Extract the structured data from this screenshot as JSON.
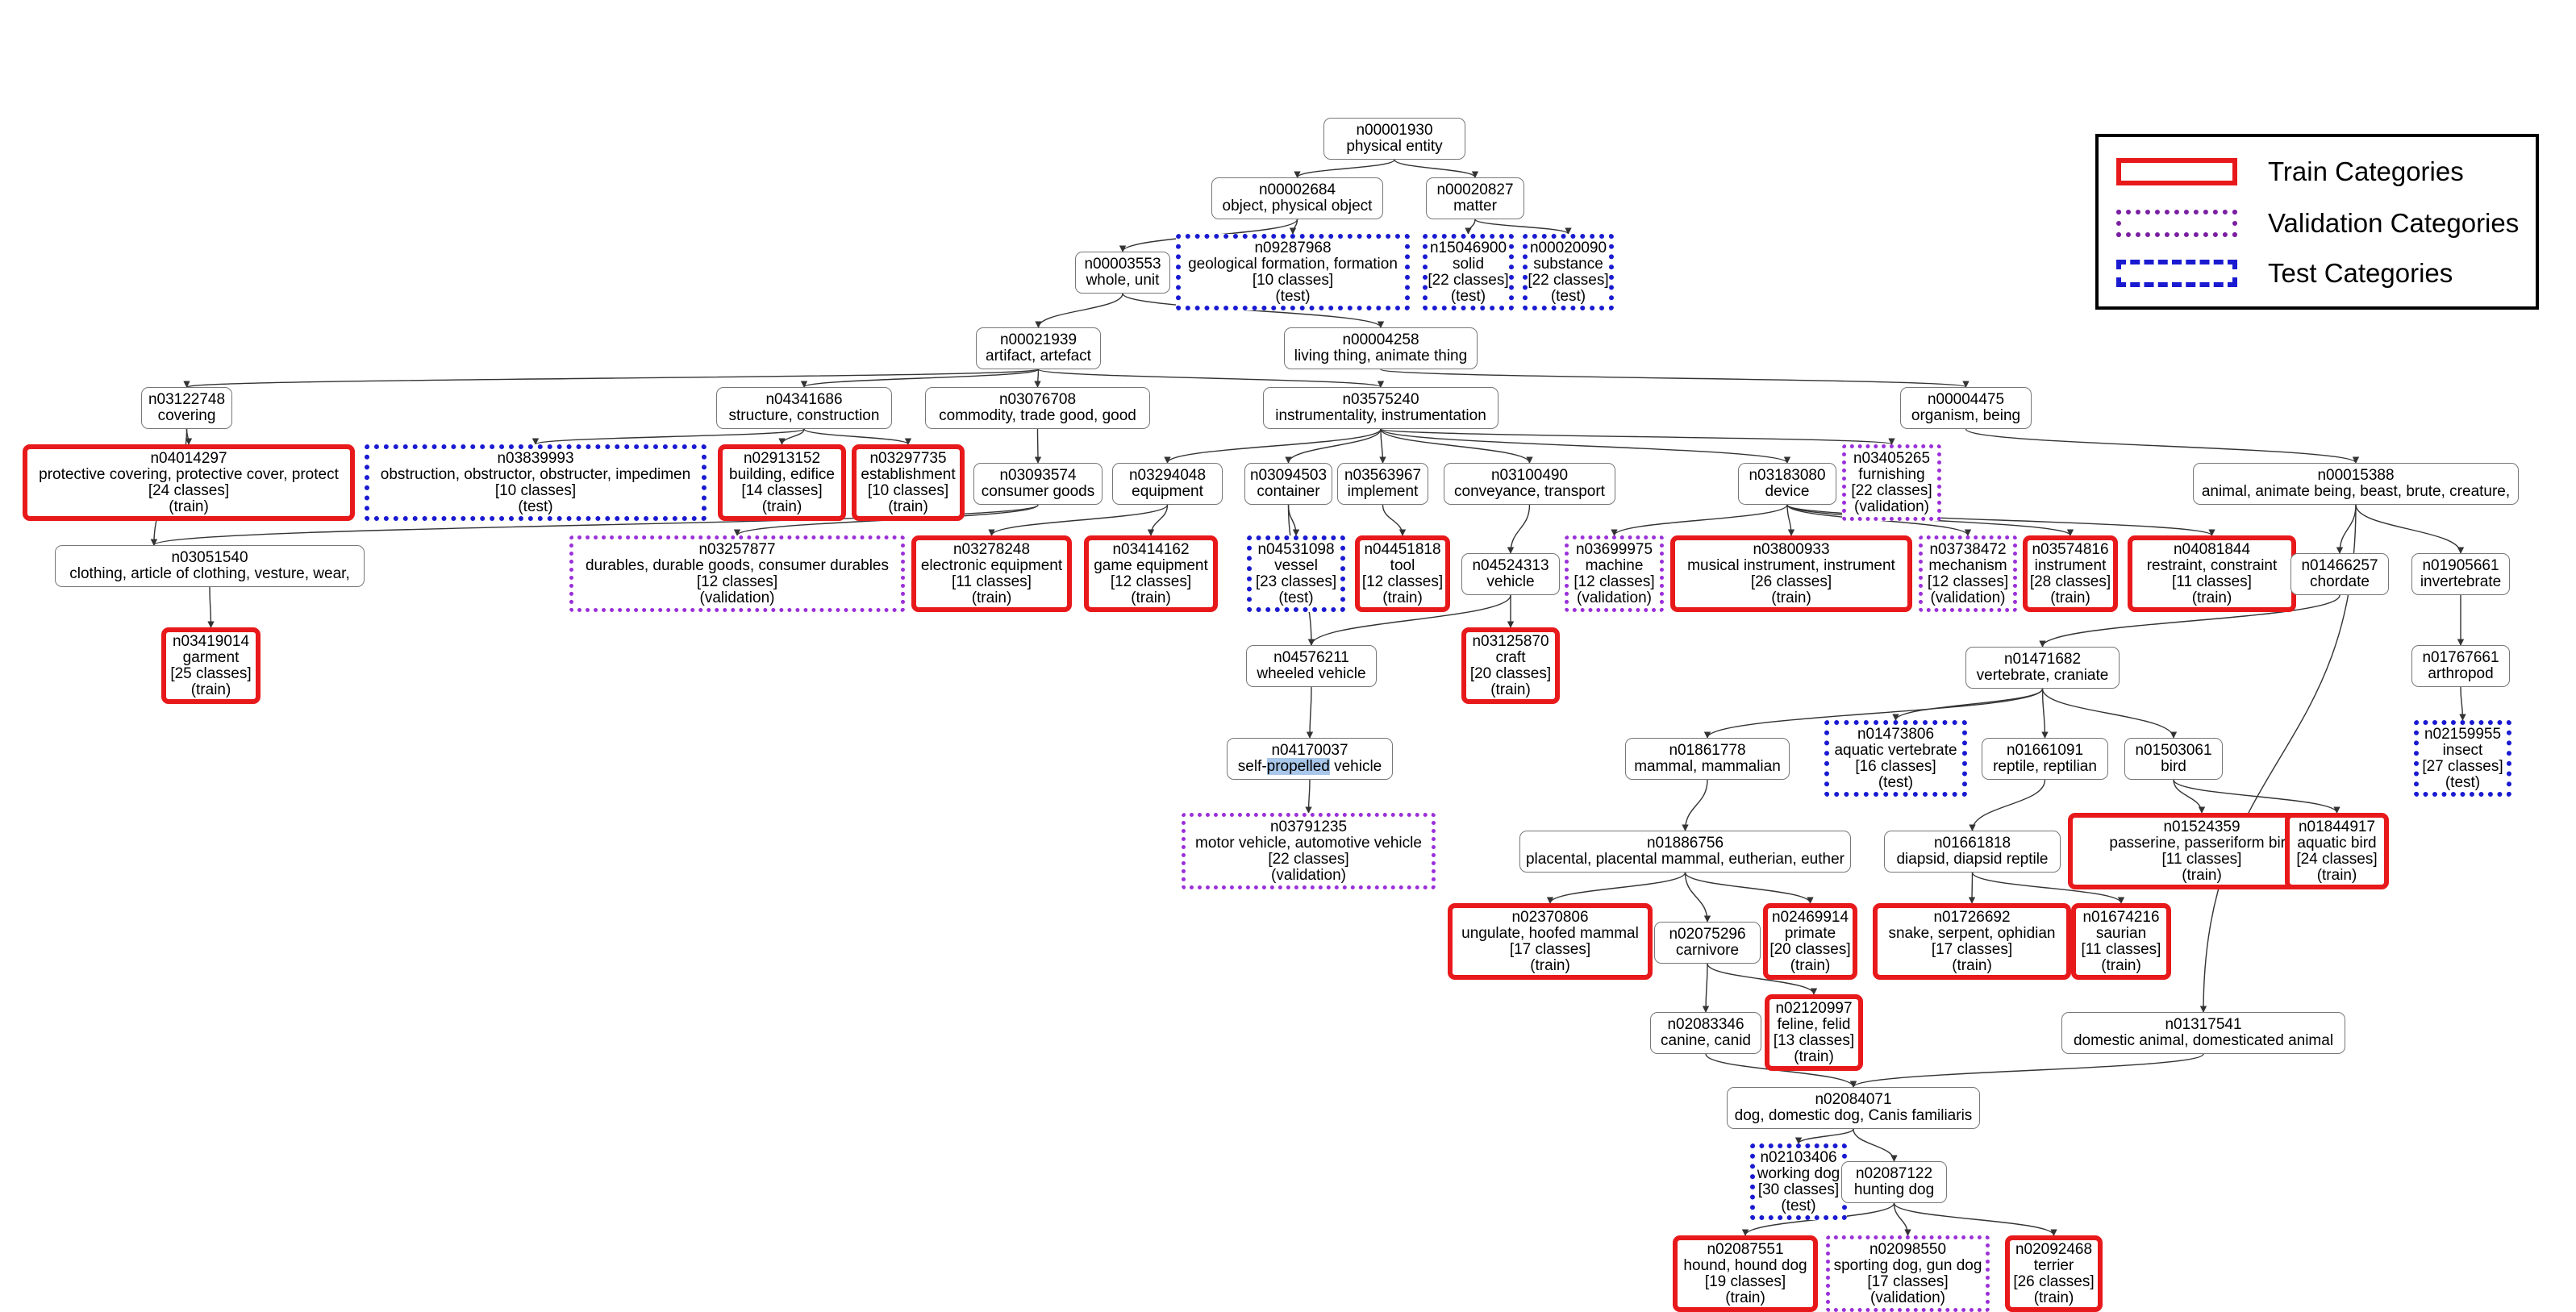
{
  "legend": {
    "train_label": "Train Categories",
    "validation_label": "Validation Categories",
    "test_label": "Test Categories"
  },
  "colors": {
    "train": "#e8191b",
    "validation": "#9b30d9",
    "test": "#1a1ad1",
    "edge": "#333333"
  },
  "nodes": [
    {
      "id": "n00001930",
      "label": "physical entity",
      "kind": "plain"
    },
    {
      "id": "n00002684",
      "label": "object, physical object",
      "kind": "plain"
    },
    {
      "id": "n00020827",
      "label": "matter",
      "kind": "plain"
    },
    {
      "id": "n00003553",
      "label": "whole, unit",
      "kind": "plain"
    },
    {
      "id": "n09287968",
      "label": "geological formation, formation",
      "classes": "[10 classes]",
      "split": "(test)",
      "kind": "test"
    },
    {
      "id": "n15046900",
      "label": "solid",
      "classes": "[22 classes]",
      "split": "(test)",
      "kind": "test"
    },
    {
      "id": "n00020090",
      "label": "substance",
      "classes": "[22 classes]",
      "split": "(test)",
      "kind": "test"
    },
    {
      "id": "n00021939",
      "label": "artifact, artefact",
      "kind": "plain"
    },
    {
      "id": "n00004258",
      "label": "living thing, animate thing",
      "kind": "plain"
    },
    {
      "id": "n03122748",
      "label": "covering",
      "kind": "plain"
    },
    {
      "id": "n04341686",
      "label": "structure, construction",
      "kind": "plain"
    },
    {
      "id": "n03076708",
      "label": "commodity, trade good, good",
      "kind": "plain"
    },
    {
      "id": "n03575240",
      "label": "instrumentality, instrumentation",
      "kind": "plain"
    },
    {
      "id": "n00004475",
      "label": "organism, being",
      "kind": "plain"
    },
    {
      "id": "n04014297",
      "label": "protective covering, protective cover, protect",
      "classes": "[24 classes]",
      "split": "(train)",
      "kind": "train"
    },
    {
      "id": "n03839993",
      "label": "obstruction, obstructor, obstructer, impedimen",
      "classes": "[10 classes]",
      "split": "(test)",
      "kind": "test"
    },
    {
      "id": "n02913152",
      "label": "building, edifice",
      "classes": "[14 classes]",
      "split": "(train)",
      "kind": "train"
    },
    {
      "id": "n03297735",
      "label": "establishment",
      "classes": "[10 classes]",
      "split": "(train)",
      "kind": "train"
    },
    {
      "id": "n03093574",
      "label": "consumer goods",
      "kind": "plain"
    },
    {
      "id": "n03294048",
      "label": "equipment",
      "kind": "plain"
    },
    {
      "id": "n03094503",
      "label": "container",
      "kind": "plain"
    },
    {
      "id": "n03563967",
      "label": "implement",
      "kind": "plain"
    },
    {
      "id": "n03100490",
      "label": "conveyance, transport",
      "kind": "plain"
    },
    {
      "id": "n03183080",
      "label": "device",
      "kind": "plain"
    },
    {
      "id": "n03405265",
      "label": "furnishing",
      "classes": "[22 classes]",
      "split": "(validation)",
      "kind": "validation"
    },
    {
      "id": "n00015388",
      "label": "animal, animate being, beast, brute, creature,",
      "kind": "plain"
    },
    {
      "id": "n03051540",
      "label": "clothing, article of clothing, vesture, wear,",
      "kind": "plain"
    },
    {
      "id": "n03257877",
      "label": "durables, durable goods, consumer durables",
      "classes": "[12 classes]",
      "split": "(validation)",
      "kind": "validation"
    },
    {
      "id": "n03278248",
      "label": "electronic equipment",
      "classes": "[11 classes]",
      "split": "(train)",
      "kind": "train"
    },
    {
      "id": "n03414162",
      "label": "game equipment",
      "classes": "[12 classes]",
      "split": "(train)",
      "kind": "train"
    },
    {
      "id": "n04531098",
      "label": "vessel",
      "classes": "[23 classes]",
      "split": "(test)",
      "kind": "test"
    },
    {
      "id": "n04451818",
      "label": "tool",
      "classes": "[12 classes]",
      "split": "(train)",
      "kind": "train"
    },
    {
      "id": "n04524313",
      "label": "vehicle",
      "kind": "plain"
    },
    {
      "id": "n03699975",
      "label": "machine",
      "classes": "[12 classes]",
      "split": "(validation)",
      "kind": "validation"
    },
    {
      "id": "n03800933",
      "label": "musical instrument, instrument",
      "classes": "[26 classes]",
      "split": "(train)",
      "kind": "train"
    },
    {
      "id": "n03738472",
      "label": "mechanism",
      "classes": "[12 classes]",
      "split": "(validation)",
      "kind": "validation"
    },
    {
      "id": "n03574816",
      "label": "instrument",
      "classes": "[28 classes]",
      "split": "(train)",
      "kind": "train"
    },
    {
      "id": "n04081844",
      "label": "restraint, constraint",
      "classes": "[11 classes]",
      "split": "(train)",
      "kind": "train"
    },
    {
      "id": "n01466257",
      "label": "chordate",
      "kind": "plain"
    },
    {
      "id": "n01905661",
      "label": "invertebrate",
      "kind": "plain"
    },
    {
      "id": "n03419014",
      "label": "garment",
      "classes": "[25 classes]",
      "split": "(train)",
      "kind": "train"
    },
    {
      "id": "n04576211",
      "label": "wheeled vehicle",
      "kind": "plain"
    },
    {
      "id": "n03125870",
      "label": "craft",
      "classes": "[20 classes]",
      "split": "(train)",
      "kind": "train"
    },
    {
      "id": "n01471682",
      "label": "vertebrate, craniate",
      "kind": "plain"
    },
    {
      "id": "n01767661",
      "label": "arthropod",
      "kind": "plain"
    },
    {
      "id": "n04170037",
      "label": "self-propelled vehicle",
      "label_pre": "self-",
      "label_hl": "propelled",
      "label_post": " vehicle",
      "kind": "plain"
    },
    {
      "id": "n01861778",
      "label": "mammal, mammalian",
      "kind": "plain"
    },
    {
      "id": "n01473806",
      "label": "aquatic vertebrate",
      "classes": "[16 classes]",
      "split": "(test)",
      "kind": "test"
    },
    {
      "id": "n01661091",
      "label": "reptile, reptilian",
      "kind": "plain"
    },
    {
      "id": "n01503061",
      "label": "bird",
      "kind": "plain"
    },
    {
      "id": "n02159955",
      "label": "insect",
      "classes": "[27 classes]",
      "split": "(test)",
      "kind": "test"
    },
    {
      "id": "n03791235",
      "label": "motor vehicle, automotive vehicle",
      "classes": "[22 classes]",
      "split": "(validation)",
      "kind": "validation"
    },
    {
      "id": "n01886756",
      "label": "placental, placental mammal, eutherian, euther",
      "kind": "plain"
    },
    {
      "id": "n01661818",
      "label": "diapsid, diapsid reptile",
      "kind": "plain"
    },
    {
      "id": "n01524359",
      "label": "passerine, passeriform bird",
      "classes": "[11 classes]",
      "split": "(train)",
      "kind": "train"
    },
    {
      "id": "n01844917",
      "label": "aquatic bird",
      "classes": "[24 classes]",
      "split": "(train)",
      "kind": "train"
    },
    {
      "id": "n02370806",
      "label": "ungulate, hoofed mammal",
      "classes": "[17 classes]",
      "split": "(train)",
      "kind": "train"
    },
    {
      "id": "n02075296",
      "label": "carnivore",
      "kind": "plain"
    },
    {
      "id": "n02469914",
      "label": "primate",
      "classes": "[20 classes]",
      "split": "(train)",
      "kind": "train"
    },
    {
      "id": "n01726692",
      "label": "snake, serpent, ophidian",
      "classes": "[17 classes]",
      "split": "(train)",
      "kind": "train"
    },
    {
      "id": "n01674216",
      "label": "saurian",
      "classes": "[11 classes]",
      "split": "(train)",
      "kind": "train"
    },
    {
      "id": "n02083346",
      "label": "canine, canid",
      "kind": "plain"
    },
    {
      "id": "n02120997",
      "label": "feline, felid",
      "classes": "[13 classes]",
      "split": "(train)",
      "kind": "train"
    },
    {
      "id": "n01317541",
      "label": "domestic animal, domesticated animal",
      "kind": "plain"
    },
    {
      "id": "n02084071",
      "label": "dog, domestic dog, Canis familiaris",
      "kind": "plain"
    },
    {
      "id": "n02103406",
      "label": "working dog",
      "classes": "[30 classes]",
      "split": "(test)",
      "kind": "test"
    },
    {
      "id": "n02087122",
      "label": "hunting dog",
      "kind": "plain"
    },
    {
      "id": "n02087551",
      "label": "hound, hound dog",
      "classes": "[19 classes]",
      "split": "(train)",
      "kind": "train"
    },
    {
      "id": "n02098550",
      "label": "sporting dog, gun dog",
      "classes": "[17 classes]",
      "split": "(validation)",
      "kind": "validation"
    },
    {
      "id": "n02092468",
      "label": "terrier",
      "classes": "[26 classes]",
      "split": "(train)",
      "kind": "train"
    }
  ],
  "edges": [
    [
      "n00001930",
      "n00002684"
    ],
    [
      "n00001930",
      "n00020827"
    ],
    [
      "n00002684",
      "n00003553"
    ],
    [
      "n00002684",
      "n09287968"
    ],
    [
      "n00020827",
      "n15046900"
    ],
    [
      "n00020827",
      "n00020090"
    ],
    [
      "n00003553",
      "n00021939"
    ],
    [
      "n00003553",
      "n00004258"
    ],
    [
      "n00021939",
      "n03122748"
    ],
    [
      "n00021939",
      "n04341686"
    ],
    [
      "n00021939",
      "n03076708"
    ],
    [
      "n00021939",
      "n03575240"
    ],
    [
      "n00004258",
      "n00004475"
    ],
    [
      "n03122748",
      "n04014297"
    ],
    [
      "n03122748",
      "n03051540"
    ],
    [
      "n04341686",
      "n03839993"
    ],
    [
      "n04341686",
      "n02913152"
    ],
    [
      "n04341686",
      "n03297735"
    ],
    [
      "n03076708",
      "n03093574"
    ],
    [
      "n03575240",
      "n03294048"
    ],
    [
      "n03575240",
      "n03094503"
    ],
    [
      "n03575240",
      "n03563967"
    ],
    [
      "n03575240",
      "n03100490"
    ],
    [
      "n03575240",
      "n03183080"
    ],
    [
      "n03575240",
      "n03405265"
    ],
    [
      "n00004475",
      "n00015388"
    ],
    [
      "n03093574",
      "n03051540"
    ],
    [
      "n03093574",
      "n03257877"
    ],
    [
      "n03294048",
      "n03278248"
    ],
    [
      "n03294048",
      "n03414162"
    ],
    [
      "n03094503",
      "n04531098"
    ],
    [
      "n03094503",
      "n04576211"
    ],
    [
      "n03563967",
      "n04451818"
    ],
    [
      "n03100490",
      "n04524313"
    ],
    [
      "n03183080",
      "n03699975"
    ],
    [
      "n03183080",
      "n03800933"
    ],
    [
      "n03183080",
      "n03738472"
    ],
    [
      "n03183080",
      "n03574816"
    ],
    [
      "n03183080",
      "n04081844"
    ],
    [
      "n00015388",
      "n01466257"
    ],
    [
      "n00015388",
      "n01905661"
    ],
    [
      "n00015388",
      "n01317541"
    ],
    [
      "n03051540",
      "n03419014"
    ],
    [
      "n04524313",
      "n04576211"
    ],
    [
      "n04524313",
      "n03125870"
    ],
    [
      "n01466257",
      "n01471682"
    ],
    [
      "n01905661",
      "n01767661"
    ],
    [
      "n04576211",
      "n04170037"
    ],
    [
      "n01767661",
      "n02159955"
    ],
    [
      "n01471682",
      "n01861778"
    ],
    [
      "n01471682",
      "n01473806"
    ],
    [
      "n01471682",
      "n01661091"
    ],
    [
      "n01471682",
      "n01503061"
    ],
    [
      "n04170037",
      "n03791235"
    ],
    [
      "n01861778",
      "n01886756"
    ],
    [
      "n01661091",
      "n01661818"
    ],
    [
      "n01503061",
      "n01524359"
    ],
    [
      "n01503061",
      "n01844917"
    ],
    [
      "n01886756",
      "n02370806"
    ],
    [
      "n01886756",
      "n02075296"
    ],
    [
      "n01886756",
      "n02469914"
    ],
    [
      "n01661818",
      "n01726692"
    ],
    [
      "n01661818",
      "n01674216"
    ],
    [
      "n02075296",
      "n02083346"
    ],
    [
      "n02075296",
      "n02120997"
    ],
    [
      "n02083346",
      "n02084071"
    ],
    [
      "n01317541",
      "n02084071"
    ],
    [
      "n02084071",
      "n02103406"
    ],
    [
      "n02084071",
      "n02087122"
    ],
    [
      "n02087122",
      "n02087551"
    ],
    [
      "n02087122",
      "n02098550"
    ],
    [
      "n02087122",
      "n02092468"
    ]
  ]
}
